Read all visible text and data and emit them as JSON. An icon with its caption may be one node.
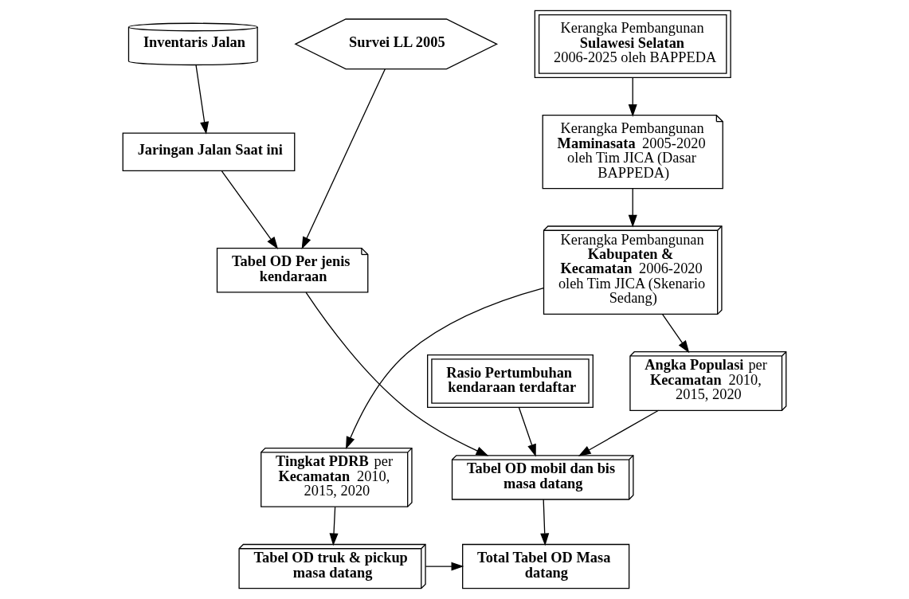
{
  "diagram": {
    "nodes": [
      {
        "text": [
          "Inventaris Jalan"
        ]
      },
      {
        "text": [
          "Survei LL 2005"
        ]
      },
      {
        "text": [
          "Kerangka Pembangunan **Sulawesi Selatan** 2006-2025 oleh BAPPEDA"
        ]
      },
      {
        "text": [
          "Jaringan Jalan Saat ini"
        ]
      },
      {
        "text": [
          "Tabel OD Per jenis kendaraan"
        ]
      },
      {
        "text": [
          "Kerangka Pembangunan **Maminasata** 2005-2020 oleh Tim JICA (Dasar BAPPEDA)"
        ]
      },
      {
        "text": [
          "Rasio Pertumbuhan kendaraan terdaftar"
        ]
      },
      {
        "text": [
          "Tabel OD mobil dan bis masa datang"
        ]
      },
      {
        "text": [
          "Kerangka Pembangunan **Kabupaten & Kecamatan** 2006-2020 oleh Tim JICA (Skenario Sedang)"
        ]
      },
      {
        "text": [
          "**Angka Populasi** per **Kecamatan** 2010, 2015, 2020"
        ]
      },
      {
        "text": [
          "**Tingkat PDRB** per **Kecamatan** 2010, 2015, 2020"
        ]
      },
      {
        "text": [
          "Total Tabel OD Masa datang"
        ]
      },
      {
        "text": [
          "Tabel OD truk & pickup masa datang"
        ]
      }
    ],
    "edges": [
      {
        "from": 0,
        "to": 3,
        "arrow": "to"
      },
      {
        "from": 1,
        "to": 4,
        "arrow": "to"
      },
      {
        "from": 3,
        "to": 4,
        "arrow": "to"
      },
      {
        "from": 4,
        "to": 7,
        "arrow": "to"
      },
      {
        "from": 6,
        "to": 7,
        "arrow": "to"
      },
      {
        "from": 2,
        "to": 5,
        "arrow": "to"
      },
      {
        "from": 5,
        "to": 8,
        "arrow": "to"
      },
      {
        "from": 8,
        "to": 9,
        "arrow": "to"
      },
      {
        "from": 8,
        "to": 10,
        "arrow": "to"
      },
      {
        "from": 9,
        "to": 7,
        "arrow": "to"
      },
      {
        "from": 7,
        "to": 11,
        "arrow": "to"
      },
      {
        "from": 10,
        "to": 12,
        "arrow": "to"
      },
      {
        "from": 12,
        "to": 11,
        "arrow": "to"
      }
    ]
  }
}
